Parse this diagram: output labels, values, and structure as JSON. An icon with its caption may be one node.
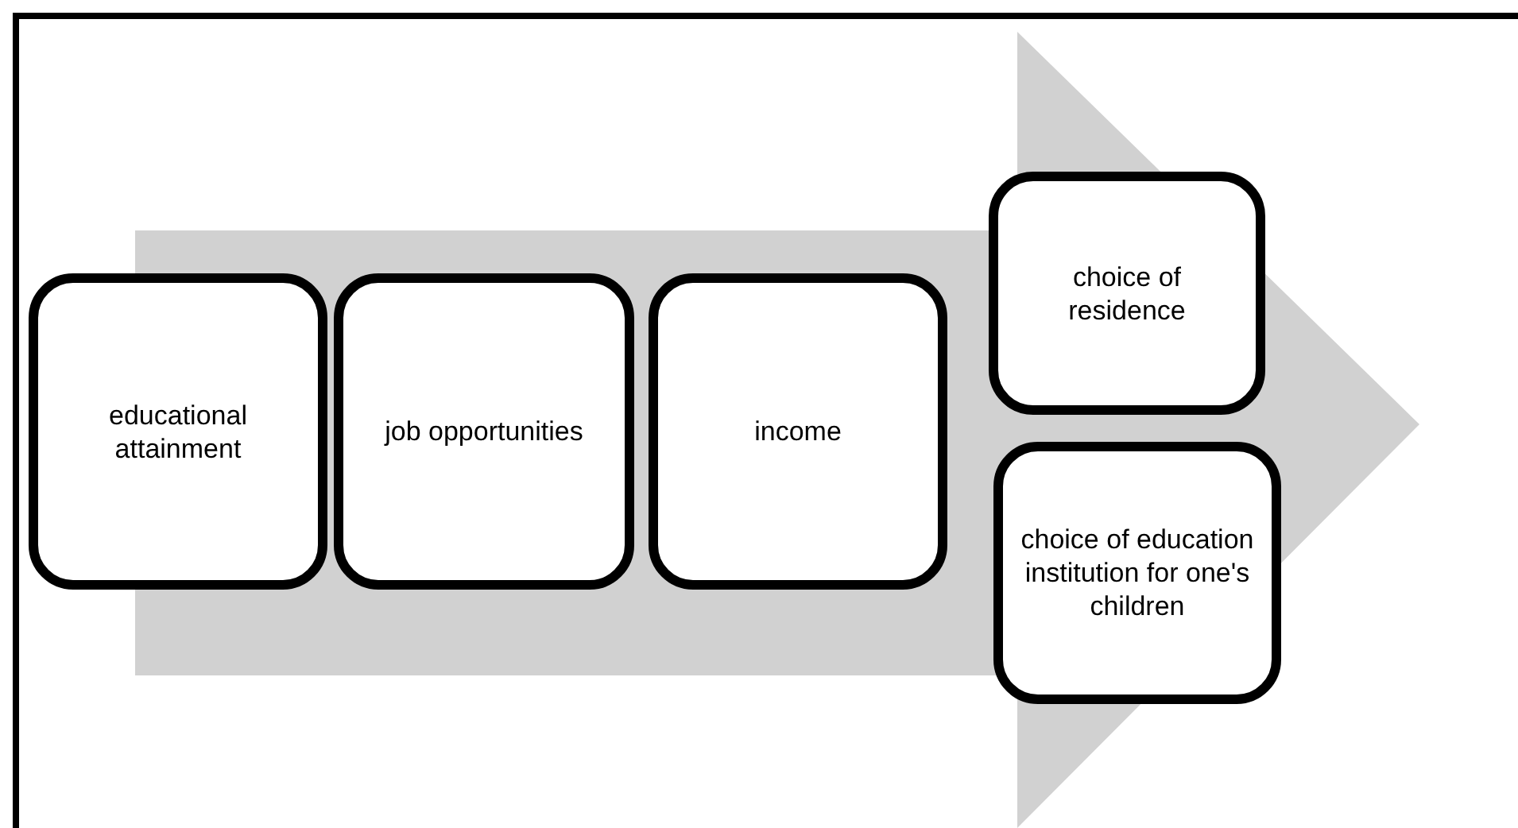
{
  "diagram": {
    "nodes": [
      {
        "text": [
          "educational attainment"
        ]
      },
      {
        "text": [
          "job opportunities"
        ]
      },
      {
        "text": [
          "income"
        ]
      },
      {
        "text": [
          "choice of residence"
        ]
      },
      {
        "text": [
          "choice of education institution for one's children"
        ]
      }
    ]
  }
}
